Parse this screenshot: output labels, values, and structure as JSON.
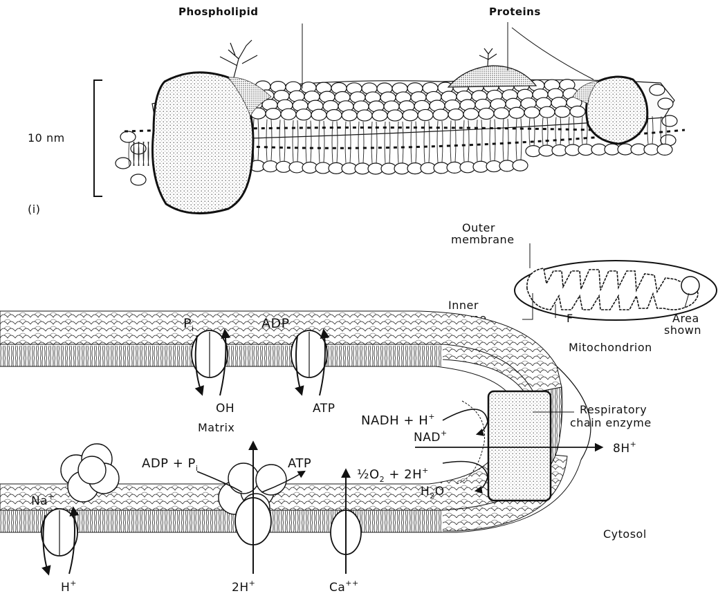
{
  "top_panel": {
    "label_phospholipid": "Phospholipid",
    "label_proteins": "Proteins",
    "scale_label": "10 nm",
    "panel_number": "(i)"
  },
  "inset": {
    "outer_membrane_line1": "Outer",
    "outer_membrane_line2": "membrane",
    "inner_membrane_line1": "Inner",
    "inner_membrane_line2": "membrane",
    "f_label": "F",
    "area_line1": "Area",
    "area_line2": "shown",
    "title": "Mitochondrion"
  },
  "bottom_panel": {
    "pi": "P",
    "pi_sub": "i",
    "oh": "OH",
    "adp": "ADP",
    "atp": "ATP",
    "matrix": "Matrix",
    "nadh": "NADH + H",
    "nad": "NAD",
    "resp1": "Respiratory",
    "resp2": "chain enzyme",
    "h8": "8H",
    "adp_pi": "ADP + P",
    "atp2": "ATP",
    "half_o2": "½O",
    "o2_rest": " + 2H",
    "h2o": "H",
    "h2o_tail": "O",
    "na": "Na",
    "h_bottom": "H",
    "h2_bottom": "2H",
    "ca": "Ca",
    "cytosol": "Cytosol",
    "plus": "+",
    "plusplus": "++",
    "two": "2"
  },
  "colors": {
    "ink": "#111111",
    "paper": "#ffffff",
    "stipple": "#d9d9d9"
  }
}
